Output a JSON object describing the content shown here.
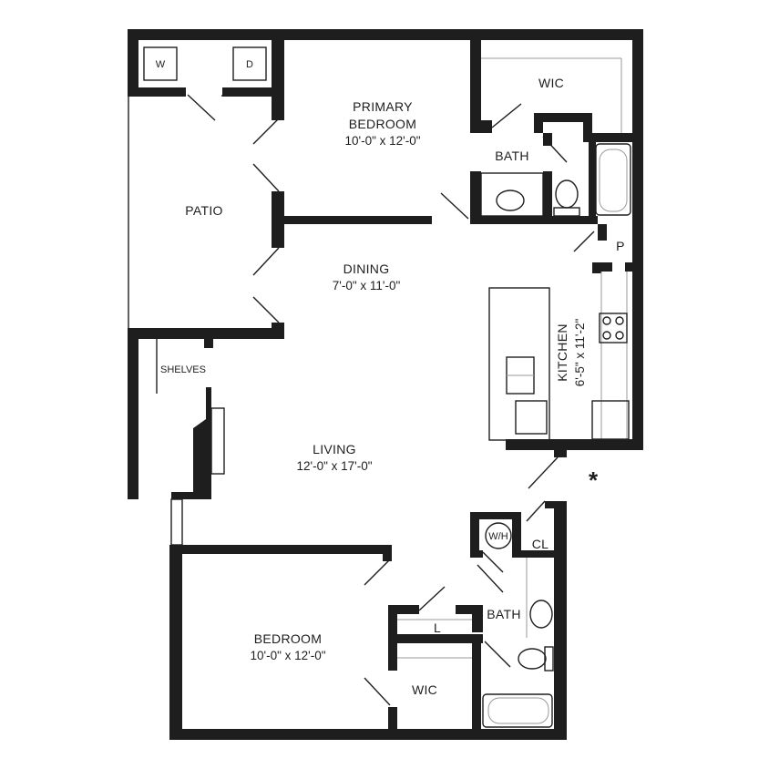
{
  "rooms": {
    "primary_bedroom": {
      "name_line1": "PRIMARY",
      "name_line2": "BEDROOM",
      "size": "10'-0\" x 12'-0\""
    },
    "wic_top": {
      "name": "WIC"
    },
    "bath_top": {
      "name": "BATH"
    },
    "patio": {
      "name": "PATIO"
    },
    "wd": {
      "washer": "W",
      "dryer": "D"
    },
    "pantry": {
      "name": "P"
    },
    "dining": {
      "name": "DINING",
      "size": "7'-0\" x 11'-0\""
    },
    "kitchen": {
      "name": "KITCHEN",
      "size": "6'-5\" x 11'-2\""
    },
    "shelves": {
      "name": "SHELVES"
    },
    "living": {
      "name": "LIVING",
      "size": "12'-0\" x 17'-0\""
    },
    "water_heater": {
      "name": "W/H"
    },
    "closet": {
      "name": "CL"
    },
    "bath_bottom": {
      "name": "BATH"
    },
    "linen": {
      "name": "L"
    },
    "bedroom": {
      "name": "BEDROOM",
      "size": "10'-0\" x 12'-0\""
    },
    "wic_bottom": {
      "name": "WIC"
    }
  },
  "markers": {
    "entry": "*"
  },
  "colors": {
    "wall": "#1e1e1e",
    "background": "#ffffff"
  }
}
